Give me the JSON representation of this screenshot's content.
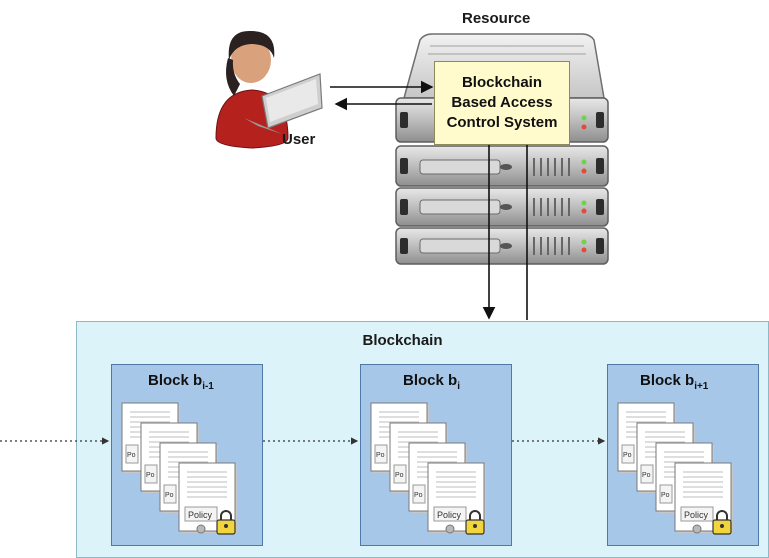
{
  "resource": {
    "label": "Resource"
  },
  "user": {
    "label": "User"
  },
  "access_control": {
    "line1": "Blockchain",
    "line2": "Based Access",
    "line3": "Control System"
  },
  "blockchain": {
    "title": "Blockchain"
  },
  "blocks": [
    {
      "label": "Block b",
      "subscript": "i-1"
    },
    {
      "label": "Block b",
      "subscript": "i"
    },
    {
      "label": "Block b",
      "subscript": "i+1"
    }
  ],
  "document": {
    "policy_label": "Policy",
    "small_label": "Po"
  },
  "colors": {
    "panel": "#dcf3f9",
    "block": "#a7c7e9",
    "acs_box": "#fffbcc"
  }
}
